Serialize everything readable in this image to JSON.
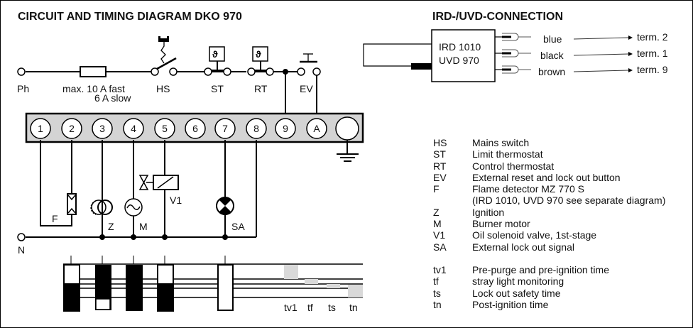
{
  "circuit": {
    "title": "CIRCUIT AND TIMING DIAGRAM DKO 970",
    "phase_label": "Ph",
    "neutral_label": "N",
    "fuse_label_line1": "max. 10 A fast",
    "fuse_label_line2": "6 A slow",
    "components_top": [
      "HS",
      "ST",
      "RT",
      "EV"
    ],
    "terminals": [
      "1",
      "2",
      "3",
      "4",
      "5",
      "6",
      "7",
      "8",
      "9",
      "A",
      ""
    ],
    "load_labels": {
      "F": "F",
      "Z": "Z",
      "M": "M",
      "V1": "V1",
      "SA": "SA"
    }
  },
  "timing": {
    "labels": [
      "tv1",
      "tf",
      "ts",
      "tn"
    ]
  },
  "connection": {
    "title": "IRD-/UVD-CONNECTION",
    "device_line1": "IRD 1010",
    "device_line2": "UVD 970",
    "wires": [
      {
        "color": "blue",
        "terminal": "term. 2"
      },
      {
        "color": "black",
        "terminal": "term. 1"
      },
      {
        "color": "brown",
        "terminal": "term. 9"
      }
    ]
  },
  "legend": {
    "components": [
      {
        "abbr": "HS",
        "desc": "Mains switch"
      },
      {
        "abbr": "ST",
        "desc": "Limit thermostat"
      },
      {
        "abbr": "RT",
        "desc": "Control thermostat"
      },
      {
        "abbr": "EV",
        "desc": "External reset and lock out button"
      },
      {
        "abbr": "F",
        "desc": "Flame detector MZ 770 S"
      },
      {
        "abbr": "",
        "desc": "(IRD 1010, UVD 970 see separate diagram)"
      },
      {
        "abbr": "Z",
        "desc": "Ignition"
      },
      {
        "abbr": "M",
        "desc": "Burner motor"
      },
      {
        "abbr": "V1",
        "desc": "Oil solenoid valve, 1st-stage"
      },
      {
        "abbr": "SA",
        "desc": "External lock out signal"
      }
    ],
    "times": [
      {
        "abbr": "tv1",
        "desc": "Pre-purge and pre-ignition time"
      },
      {
        "abbr": "tf",
        "desc": "stray light monitoring"
      },
      {
        "abbr": "ts",
        "desc": "Lock out safety time"
      },
      {
        "abbr": "tn",
        "desc": "Post-ignition time"
      }
    ]
  },
  "colors": {
    "terminal_strip": "#d4d4d4",
    "timing_shade": "#d9d9d9",
    "ink": "#000000"
  }
}
